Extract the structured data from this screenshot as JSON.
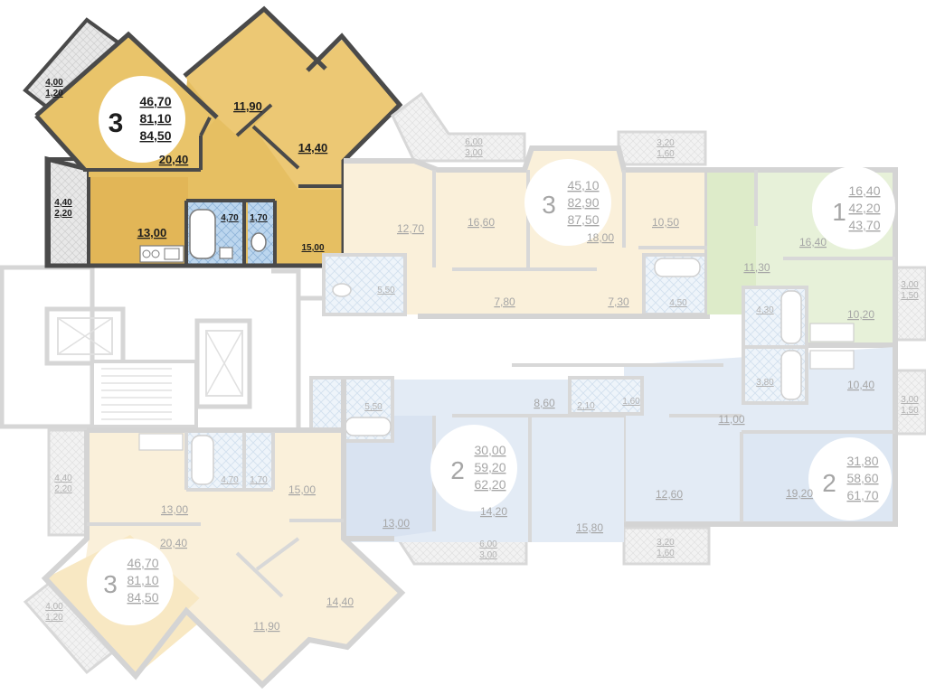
{
  "apartments": [
    {
      "id": "apt-top-left-3room",
      "rooms": "3",
      "areas": [
        "46,70",
        "81,10",
        "84,50"
      ],
      "highlighted": true,
      "room_areas": [
        "20,40",
        "11,90",
        "14,40",
        "13,00",
        "4,70",
        "1,70",
        "15,00"
      ],
      "balconies": [
        [
          "4,00",
          "1,20"
        ],
        [
          "4,40",
          "2,20"
        ]
      ]
    },
    {
      "id": "apt-top-center-3room",
      "rooms": "3",
      "areas": [
        "45,10",
        "82,90",
        "87,50"
      ],
      "highlighted": false,
      "room_areas": [
        "12,70",
        "16,60",
        "18,00",
        "10,50",
        "5,50",
        "7,80",
        "7,30",
        "4,50"
      ],
      "balconies": [
        [
          "6,00",
          "3,00"
        ],
        [
          "3,20",
          "1,60"
        ]
      ]
    },
    {
      "id": "apt-right-1room",
      "rooms": "1",
      "areas": [
        "16,40",
        "42,20",
        "43,70"
      ],
      "highlighted": false,
      "room_areas": [
        "16,40",
        "11,30",
        "10,20",
        "4,30"
      ],
      "balconies": [
        [
          "3,00",
          "1,50"
        ]
      ]
    },
    {
      "id": "apt-bottom-right-2room",
      "rooms": "2",
      "areas": [
        "31,80",
        "58,60",
        "61,70"
      ],
      "highlighted": false,
      "room_areas": [
        "10,40",
        "11,00",
        "19,20",
        "12,60",
        "3,80"
      ],
      "balconies": [
        [
          "3,00",
          "1,50"
        ],
        [
          "3,20",
          "1,60"
        ]
      ]
    },
    {
      "id": "apt-bottom-center-2room",
      "rooms": "2",
      "areas": [
        "30,00",
        "59,20",
        "62,20"
      ],
      "highlighted": false,
      "room_areas": [
        "8,60",
        "5,50",
        "2,10",
        "1,60",
        "13,00",
        "14,20",
        "15,80"
      ],
      "balconies": [
        [
          "6,00",
          "3,00"
        ]
      ]
    },
    {
      "id": "apt-bottom-left-3room",
      "rooms": "3",
      "areas": [
        "46,70",
        "81,10",
        "84,50"
      ],
      "highlighted": false,
      "room_areas": [
        "13,00",
        "4,70",
        "1,70",
        "15,00",
        "20,40",
        "14,40",
        "11,90"
      ],
      "balconies": [
        [
          "4,40",
          "2,20"
        ],
        [
          "4,00",
          "1,20"
        ]
      ]
    }
  ],
  "colors": {
    "highlight_fill": "#e2b657",
    "highlight_fill_light": "#ecc874",
    "bath_fill": "#bcd6ee",
    "cream_fill": "#faf0da",
    "green_fill": "#e7f1d9",
    "blue_fill": "#e3ebf5",
    "wall_dark": "#4a4a4a",
    "wall_faint": "#d4d4d4"
  }
}
